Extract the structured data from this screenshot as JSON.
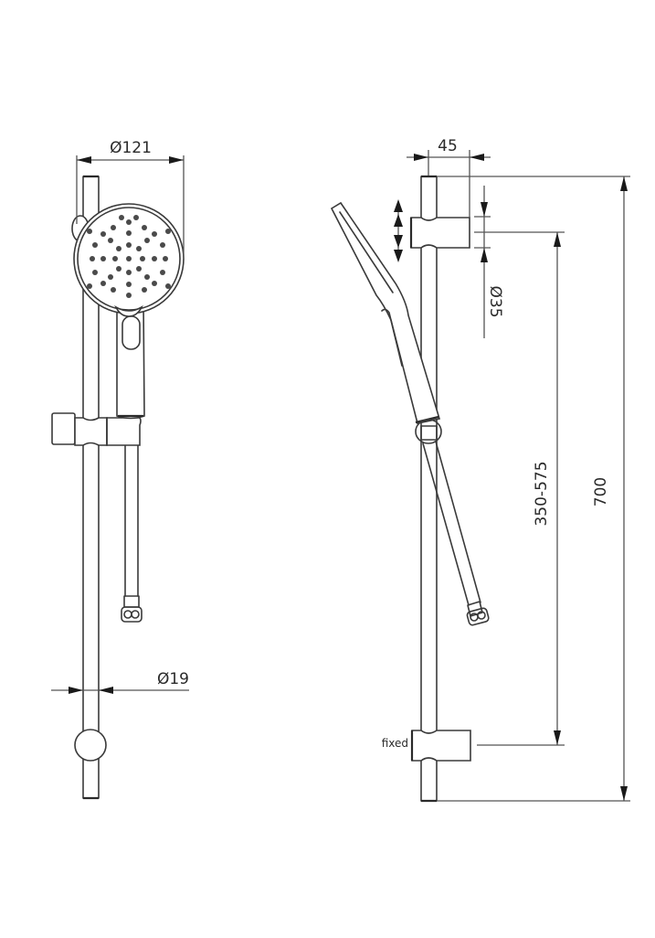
{
  "drawing": {
    "front_view": {
      "shower_head_diameter": "Ø121",
      "rail_diameter": "Ø19"
    },
    "side_view": {
      "bracket_offset": "45",
      "bracket_diameter": "Ø35",
      "adjustable_range": "350-575",
      "total_height": "700",
      "fixed_bracket_label": "fixed"
    },
    "units_note": "",
    "colors": {
      "line": "#3a3a3a",
      "background": "#ffffff"
    }
  }
}
